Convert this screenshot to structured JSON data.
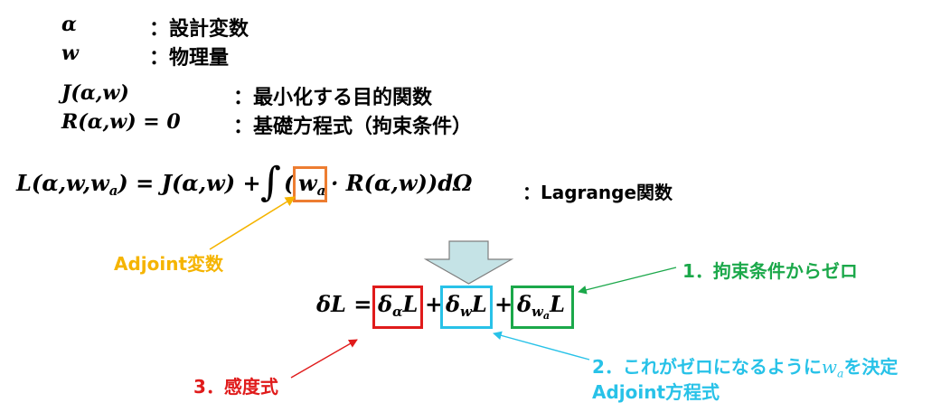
{
  "definitions": [
    {
      "symbol": "α",
      "label": "：設計変数"
    },
    {
      "symbol": "w",
      "label": "：物理量"
    },
    {
      "symbol": "J(α,w)",
      "label": "：最小化する目的関数"
    },
    {
      "symbol": "R(α,w) = 0",
      "label": "：基礎方程式（拘束条件）"
    }
  ],
  "lagrange": {
    "lhs": "L(α,w,w",
    "lhs_sub": "a",
    "lhs_close": ") = J(α,w) + ",
    "integral": "∫",
    "open": "(",
    "wa": "w",
    "wa_sub": "a",
    "rest": "· R(α,w))dΩ",
    "label": "：Lagrange関数"
  },
  "adjoint_var_label": "Adjoint変数",
  "variation": {
    "lhs": "δL = ",
    "t1": "δ",
    "t1_sub": "α",
    "t1_L": "L",
    "plus": "+",
    "t2": "δ",
    "t2_sub": "w",
    "t2_L": "L",
    "t3": "δ",
    "t3_sub": "w",
    "t3_subsub": "a",
    "t3_L": "L"
  },
  "annotations": {
    "a1": "1．拘束条件からゼロ",
    "a2_pre": "2．これがゼロになるように",
    "a2_w": "w",
    "a2_wsub": "a",
    "a2_post": "を決定",
    "a2_line2": "Adjoint方程式",
    "a3": "3．感度式"
  },
  "colors": {
    "orange": "#ED7D31",
    "adjoint_label": "#F5B400",
    "red": "#E01B1B",
    "cyan": "#28C2E8",
    "green": "#1BA84A",
    "arrow_fill": "#C5E3E6"
  }
}
